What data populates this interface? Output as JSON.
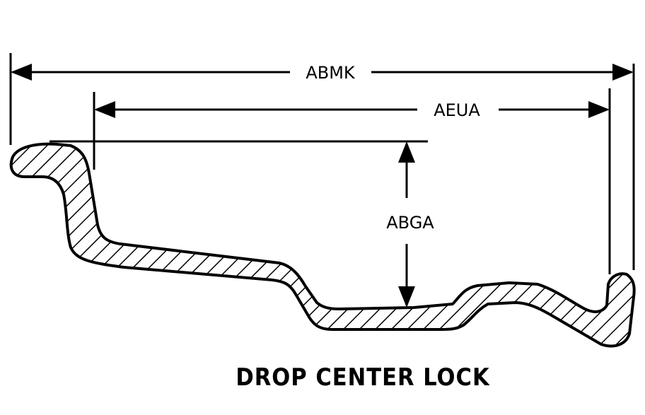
{
  "diagram": {
    "title": "DROP CENTER LOCK",
    "dimensions": {
      "overall_width": "ABMK",
      "inner_width": "AEUA",
      "depth": "ABGA"
    },
    "colors": {
      "ink": "#000000",
      "background": "#ffffff"
    }
  }
}
